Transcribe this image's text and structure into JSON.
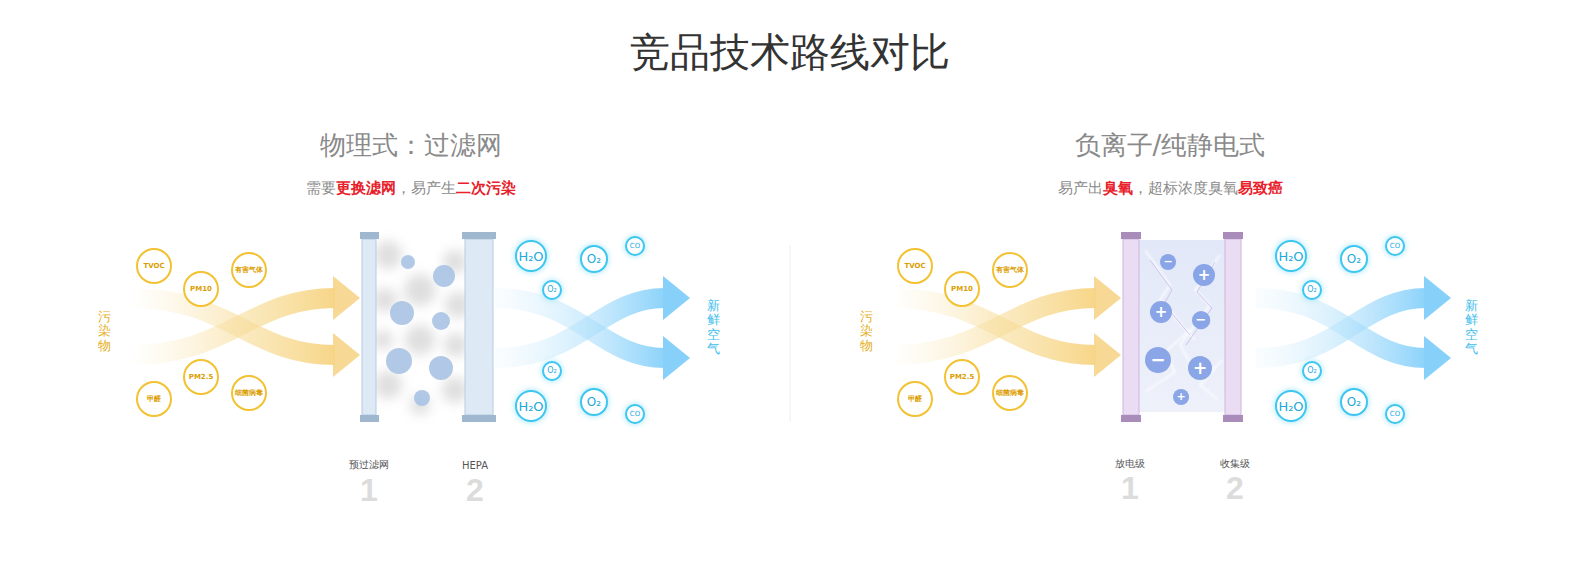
{
  "diagram": {
    "title": "竞品技术路线对比",
    "nodes": [
      {
        "text": [
          "TVOC"
        ]
      },
      {
        "text": [
          "PM10"
        ]
      },
      {
        "text": [
          "有害气体"
        ]
      },
      {
        "text": [
          "PM2.5"
        ]
      },
      {
        "text": [
          "甲醛"
        ]
      },
      {
        "text": [
          "细菌病毒"
        ]
      },
      {
        "text": [
          "H₂O"
        ]
      },
      {
        "text": [
          "O₂"
        ]
      },
      {
        "text": [
          "CO"
        ]
      },
      {
        "text": [
          "O₂"
        ]
      },
      {
        "text": [
          "O₂"
        ]
      },
      {
        "text": [
          "H₂O"
        ]
      },
      {
        "text": [
          "O₂"
        ]
      },
      {
        "text": [
          "CO"
        ]
      },
      {
        "text": [
          "TVOC"
        ]
      },
      {
        "text": [
          "PM10"
        ]
      },
      {
        "text": [
          "有害气体"
        ]
      },
      {
        "text": [
          "PM2.5"
        ]
      },
      {
        "text": [
          "甲醛"
        ]
      },
      {
        "text": [
          "细菌病毒"
        ]
      },
      {
        "text": [
          "−"
        ]
      },
      {
        "text": [
          "+"
        ]
      },
      {
        "text": [
          "+"
        ]
      },
      {
        "text": [
          "−"
        ]
      },
      {
        "text": [
          "−"
        ]
      },
      {
        "text": [
          "+"
        ]
      },
      {
        "text": [
          "+"
        ]
      },
      {
        "text": [
          "H₂O"
        ]
      },
      {
        "text": [
          "O₂"
        ]
      },
      {
        "text": [
          "CO"
        ]
      },
      {
        "text": [
          "O₂"
        ]
      },
      {
        "text": [
          "O₂"
        ]
      },
      {
        "text": [
          "H₂O"
        ]
      },
      {
        "text": [
          "O₂"
        ]
      },
      {
        "text": [
          "CO"
        ]
      }
    ],
    "labels": [
      "物理式：过滤网",
      "需要",
      "更换滤网",
      "，易产生",
      "二次污染",
      "污染物",
      "新鲜空气",
      "1",
      "预过滤网",
      "2",
      "HEPA",
      "负离子/纯静电式",
      "易产出",
      "臭氧",
      "，超标浓度臭氧",
      "易致癌",
      "污染物",
      "新鲜空气",
      "1",
      "放电级",
      "2",
      "收集级"
    ]
  }
}
